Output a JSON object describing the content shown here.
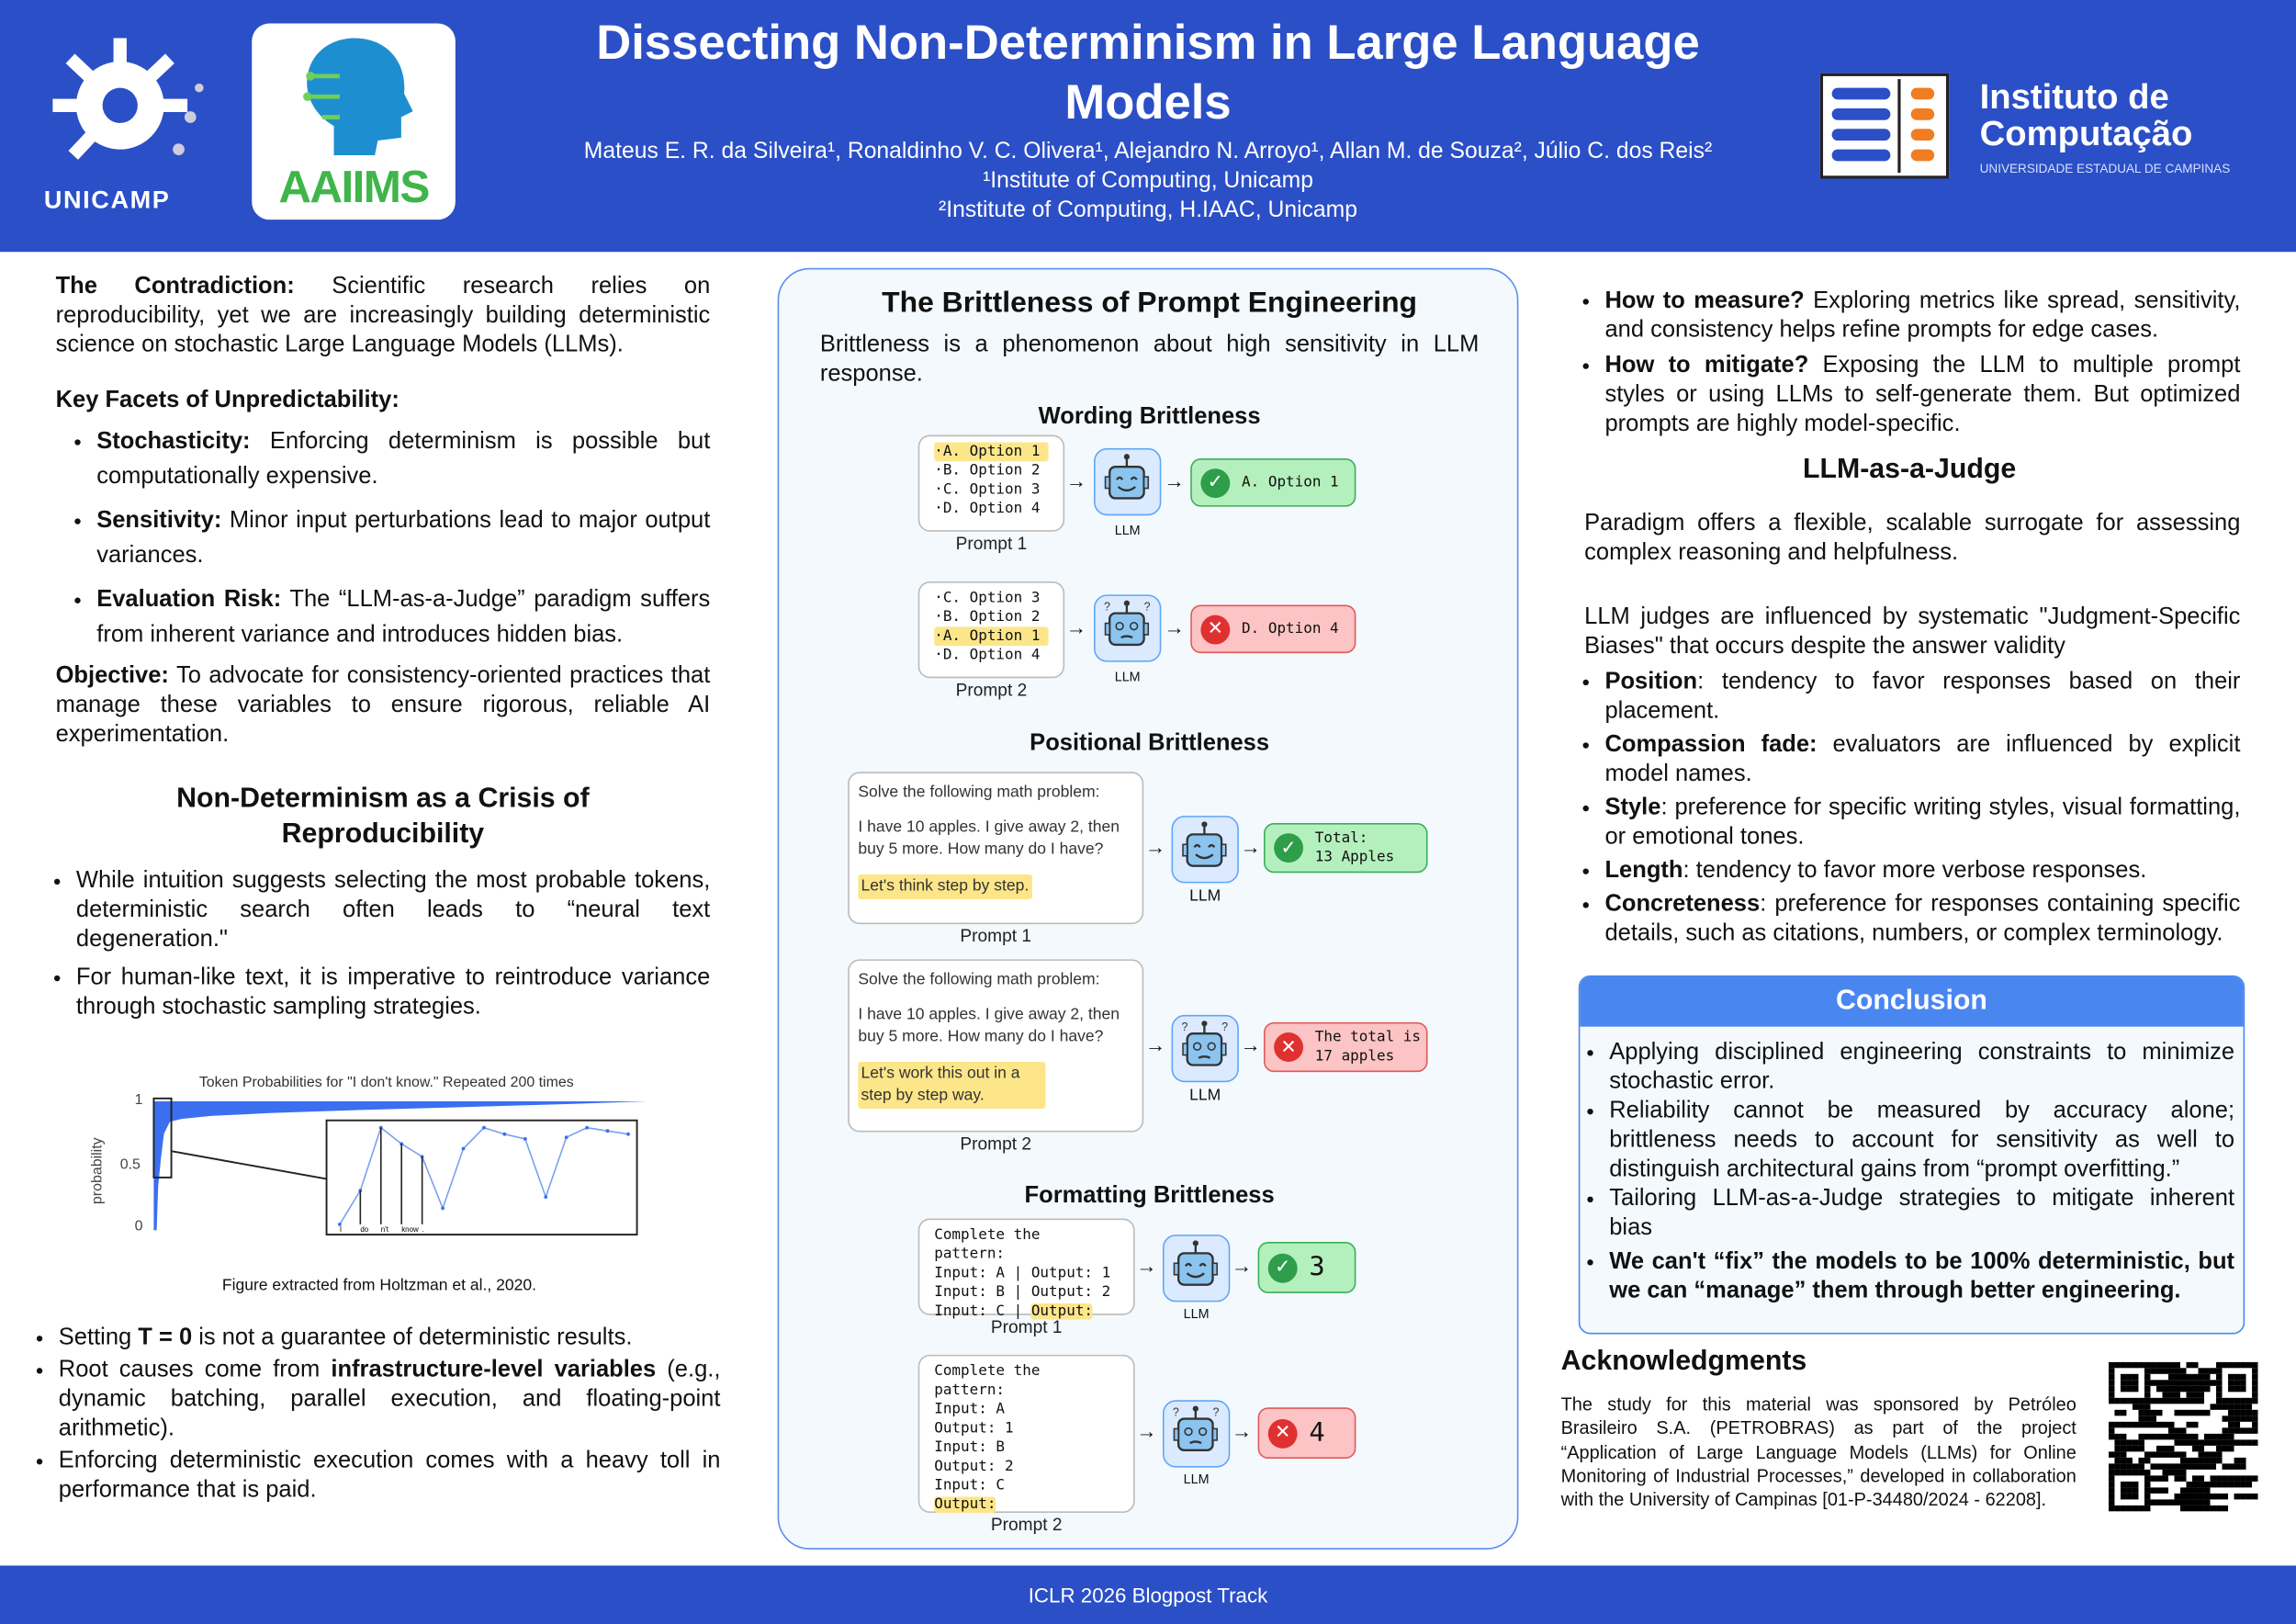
{
  "header": {
    "title": "Dissecting Non-Determinism in Large Language Models",
    "authors": "Mateus E. R. da Silveira¹, Ronaldinho V. C. Olivera¹, Alejandro N. Arroyo¹, Allan M. de Souza², Júlio C. dos Reis²",
    "aff1": "¹Institute of Computing, Unicamp",
    "aff2": "²Institute of Computing, H.IAAC, Unicamp",
    "logo_unicamp": "UNICAMP",
    "logo_aaiims": "AAIIMS",
    "logo_ic_line1": "Instituto de",
    "logo_ic_line2": "Computação",
    "logo_ic_sub": "UNIVERSIDADE ESTADUAL DE CAMPINAS"
  },
  "left": {
    "contradiction_label": "The Contradiction:",
    "contradiction_text": " Scientific research relies on reproducibility, yet we are increasingly building deterministic science on stochastic Large Language Models (LLMs).",
    "facets_title": "Key Facets of Unpredictability:",
    "facets": [
      {
        "label": "Stochasticity:",
        "text": " Enforcing determinism is possible but computationally expensive."
      },
      {
        "label": "Sensitivity:",
        "text": " Minor input perturbations lead to major output variances."
      },
      {
        "label": "Evaluation Risk:",
        "text": " The “LLM-as-a-Judge” paradigm suffers from inherent variance and introduces hidden bias."
      }
    ],
    "objective_label": "Objective:",
    "objective_text": " To advocate for consistency-oriented practices that manage these variables to ensure rigorous, reliable AI experimentation.",
    "crisis_title": "Non-Determinism as a Crisis of Reproducibility",
    "crisis_items": [
      "While intuition suggests selecting the most probable tokens, deterministic search often leads to “neural text degeneration.\"",
      "For human-like text, it is imperative to reintroduce variance through stochastic sampling strategies."
    ],
    "figure": {
      "title": "Token Probabilities for \"I don't know.\" Repeated 200 times",
      "ylabel": "probability",
      "yticks": [
        "1",
        "0.5",
        "0"
      ],
      "inset_tokens": [
        "I",
        "do",
        "n't",
        "know",
        "."
      ],
      "inset_values": [
        0.4,
        0.61,
        1.0,
        0.9,
        0.82,
        0.5,
        0.87,
        1.0,
        0.96,
        0.93,
        0.57,
        0.94,
        1.0,
        0.98,
        0.96
      ],
      "caption": "Figure extracted from Holtzman et al., 2020."
    },
    "bottom_items": [
      {
        "pre": "Setting ",
        "bold": "T = 0",
        "post": " is not a guarantee of deterministic results."
      },
      {
        "pre": "Root causes come from ",
        "bold": "infrastructure-level variables",
        "post": " (e.g., dynamic batching, parallel execution, and floating-point arithmetic)."
      },
      {
        "pre": "Enforcing deterministic execution comes with a heavy toll in performance that is paid.",
        "bold": "",
        "post": ""
      }
    ]
  },
  "middle": {
    "title": "The Brittleness of Prompt Engineering",
    "intro": "Brittleness is a phenomenon about high sensitivity in LLM response.",
    "llm_label": "LLM",
    "wording": {
      "title": "Wording Brittleness",
      "p1": {
        "options": [
          "·A. Option 1",
          "·B. Option 2",
          "·C. Option 3",
          "·D. Option 4"
        ],
        "label": "Prompt 1",
        "output": "A. Option 1"
      },
      "p2": {
        "options": [
          "·C. Option 3",
          "·B. Option 2",
          "·A. Option 1",
          "·D. Option 4"
        ],
        "label": "Prompt 2",
        "output": "D. Option 4"
      }
    },
    "positional": {
      "title": "Positional Brittleness",
      "p1": {
        "line1": "Solve the following math problem:",
        "line2": "I have 10 apples. I give away 2, then buy 5 more. How many do I have?",
        "hint": "Let's think step by step.",
        "label": "Prompt 1",
        "output": "Total:\n13 Apples"
      },
      "p2": {
        "line1": "Solve the following math problem:",
        "line2": "I have 10 apples. I give away 2, then buy 5 more. How many do I have?",
        "hint": "Let's work this out in a step by step way.",
        "label": "Prompt 2",
        "output": "The total is\n17 apples"
      }
    },
    "formatting": {
      "title": "Formatting Brittleness",
      "p1": {
        "lines": [
          "Complete the pattern:",
          "Input: A | Output: 1",
          "Input: B | Output: 2",
          "Input: C | "
        ],
        "hint": "Output:",
        "label": "Prompt 1",
        "output": "3"
      },
      "p2": {
        "lines": [
          "Complete the pattern:",
          "Input: A",
          "Output: 1",
          "Input: B",
          "Output: 2",
          "Input: C"
        ],
        "hint": "Output:",
        "label": "Prompt 2",
        "output": "4"
      }
    }
  },
  "right": {
    "bullets": [
      {
        "label": "How to measure?",
        "text": "  Exploring metrics like spread, sensitivity, and consistency helps refine prompts for edge cases."
      },
      {
        "label": "How to mitigate?",
        "text": " Exposing the LLM to multiple prompt styles or using LLMs to self-generate them. But optimized prompts are highly model-specific."
      }
    ],
    "judge_title": "LLM-as-a-Judge",
    "judge_intro": "Paradigm offers a flexible, scalable surrogate for assessing complex reasoning and helpfulness.",
    "judge_bias": "LLM judges are influenced by systematic \"Judgment-Specific Biases\"  that occurs despite the answer validity",
    "biases": [
      {
        "label": "Position",
        "text": ":  tendency to favor responses based on their placement."
      },
      {
        "label": "Compassion fade:",
        "text": " evaluators are influenced by explicit model names."
      },
      {
        "label": "Style",
        "text": ":  preference for specific writing styles, visual formatting, or emotional tones."
      },
      {
        "label": "Length",
        "text": ": tendency to favor more verbose responses."
      },
      {
        "label": "Concreteness",
        "text": ": preference for responses containing specific details, such as citations, numbers, or complex terminology."
      }
    ],
    "conclusion": {
      "title": "Conclusion",
      "items": [
        "Applying disciplined engineering constraints to minimize stochastic error.",
        "Reliability cannot be measured by accuracy alone; brittleness needs to account for sensitivity as well to distinguish architectural gains from “prompt overfitting.”",
        "Tailoring LLM-as-a-Judge strategies to mitigate inherent bias"
      ],
      "final": "We can't “fix” the models to be 100% deterministic, but we can “manage” them through better engineering."
    },
    "ack_title": "Acknowledgments",
    "ack_text": "The study for this material was sponsored by Petróleo Brasileiro S.A. (PETROBRAS) as part of the project “Application of Large Language Models (LLMs) for Online Monitoring of Industrial Processes,” developed in collaboration with the University of Campinas [01-P-34480/2024 - 62208]."
  },
  "footer": {
    "text": "ICLR 2026 Blogpost Track"
  },
  "colors": {
    "header": "#2b4fc6",
    "accent": "#4a86f0",
    "success": "#2e9e4a",
    "error": "#e03131",
    "highlight": "#fde68a"
  }
}
